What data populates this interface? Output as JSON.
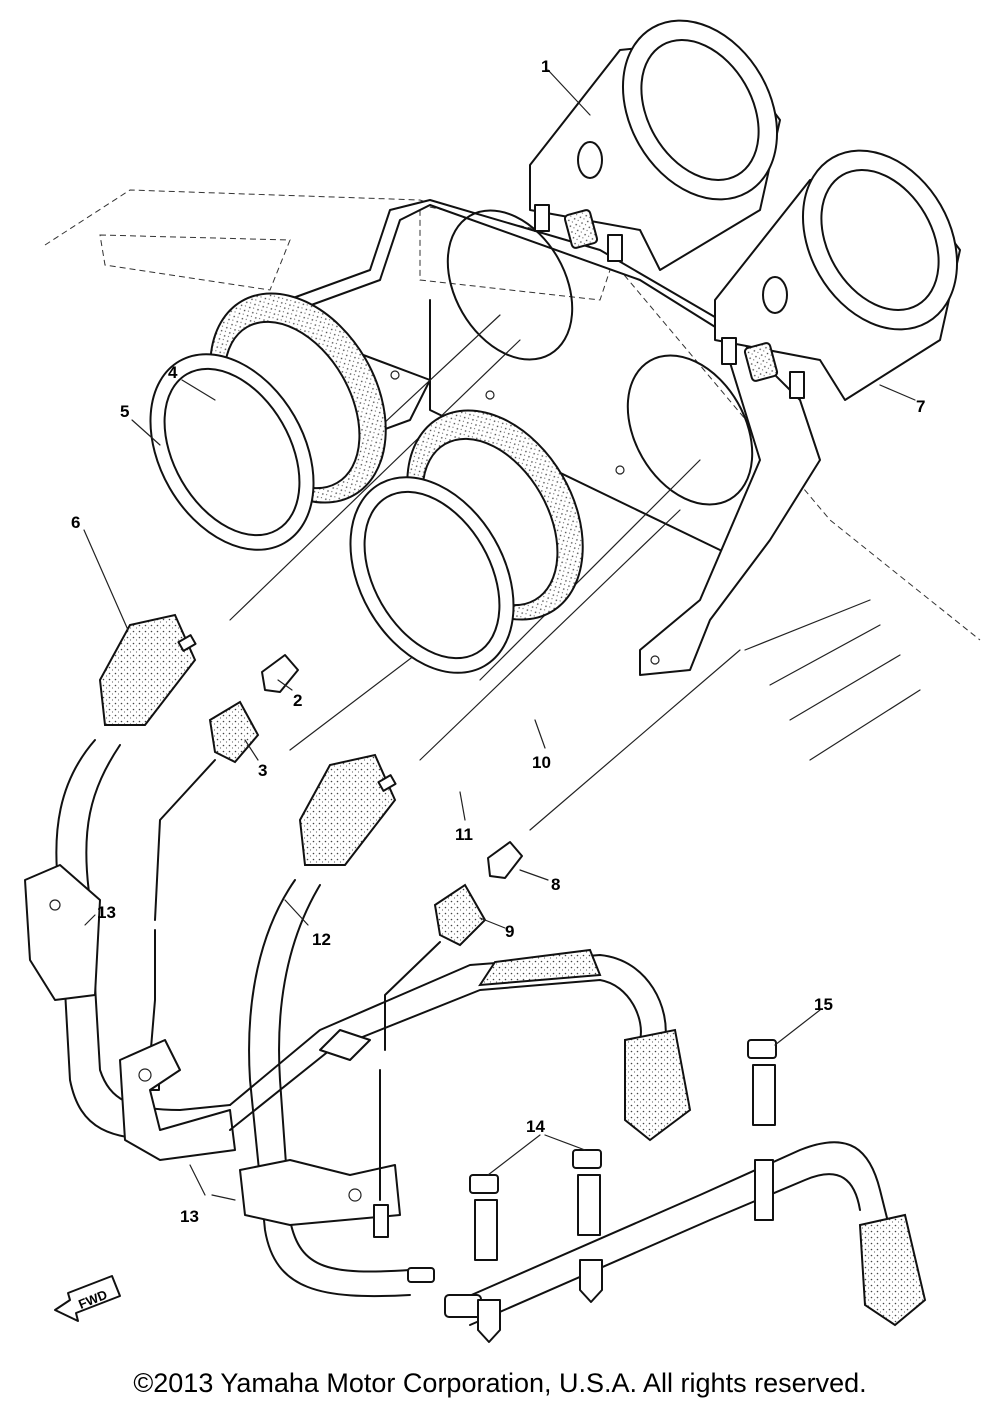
{
  "diagram": {
    "callouts": [
      {
        "key": "1",
        "text": "1"
      },
      {
        "key": "2",
        "text": "2"
      },
      {
        "key": "3",
        "text": "3"
      },
      {
        "key": "4",
        "text": "4"
      },
      {
        "key": "5",
        "text": "5"
      },
      {
        "key": "6",
        "text": "6"
      },
      {
        "key": "7",
        "text": "7"
      },
      {
        "key": "8",
        "text": "8"
      },
      {
        "key": "9",
        "text": "9"
      },
      {
        "key": "10",
        "text": "10"
      },
      {
        "key": "11",
        "text": "11"
      },
      {
        "key": "12",
        "text": "12"
      },
      {
        "key": "13a",
        "text": "13"
      },
      {
        "key": "13b",
        "text": "13"
      },
      {
        "key": "14",
        "text": "14"
      },
      {
        "key": "15",
        "text": "15"
      }
    ],
    "direction_marker": "FWD"
  },
  "footer": {
    "copyright": "©2013 Yamaha Motor Corporation, U.S.A. All rights reserved."
  }
}
